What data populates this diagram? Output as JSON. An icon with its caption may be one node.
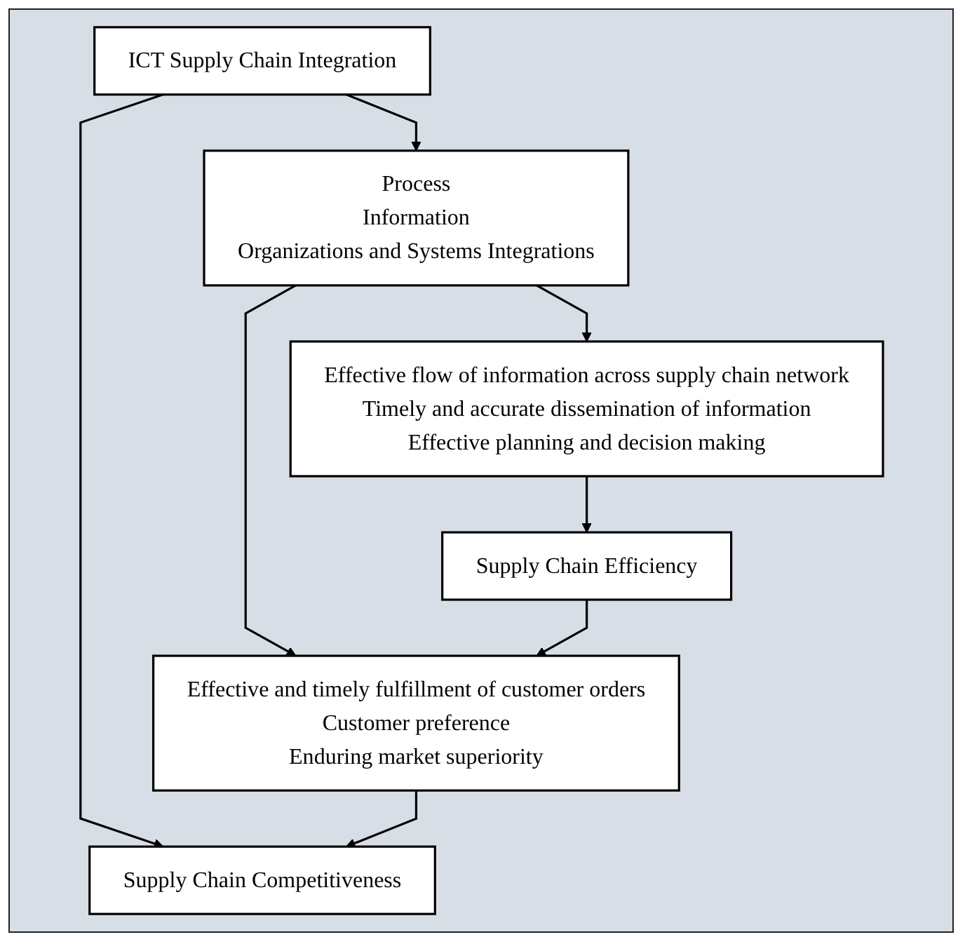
{
  "diagram": {
    "nodes": [
      {
        "text": [
          "ICT Supply Chain Integration"
        ]
      },
      {
        "text": [
          "Supply Chain Competitiveness"
        ]
      },
      {
        "text": [
          "Process",
          "Information",
          "Organizations and Systems Integrations"
        ]
      },
      {
        "text": [
          "Effective and timely fulfillment of customer orders",
          "Customer preference",
          "Enduring market superiority"
        ]
      },
      {
        "text": [
          "Effective flow of information across supply chain network",
          "Timely and accurate dissemination of information",
          "Effective planning and decision making"
        ]
      },
      {
        "text": [
          "Supply Chain Efficiency"
        ]
      }
    ],
    "edges": [
      {
        "from": 0,
        "to": 1,
        "arrow": "to"
      },
      {
        "from": 0,
        "to": 2,
        "arrow": "to"
      },
      {
        "from": 2,
        "to": 3,
        "arrow": "to"
      },
      {
        "from": 3,
        "to": 1,
        "arrow": "to"
      },
      {
        "from": 2,
        "to": 4,
        "arrow": "to"
      },
      {
        "from": 4,
        "to": 5,
        "arrow": "to"
      },
      {
        "from": 5,
        "to": 3,
        "arrow": "to"
      }
    ]
  }
}
